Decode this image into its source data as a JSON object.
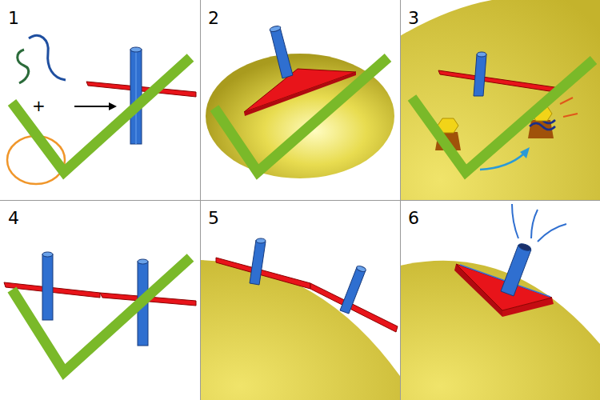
{
  "diagram": {
    "labels": [
      "1",
      "2",
      "3",
      "4",
      "5",
      "6",
      "+"
    ]
  }
}
